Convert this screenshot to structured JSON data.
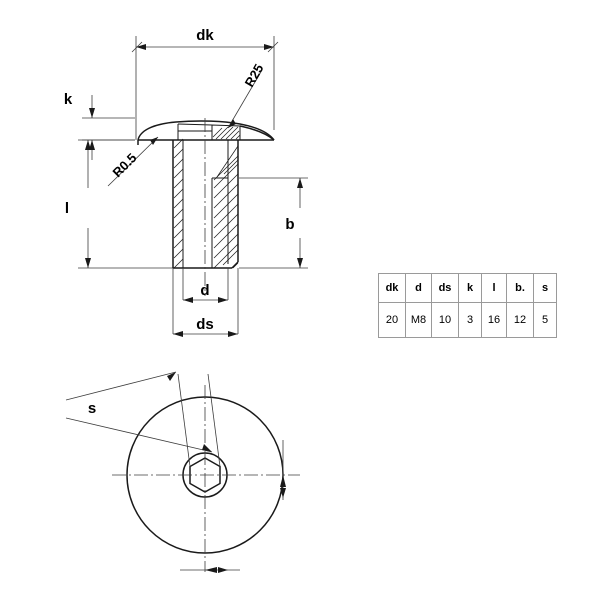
{
  "diagram": {
    "title": "socket-button-head-screw-technical-drawing",
    "labels": {
      "dk": "dk",
      "k": "k",
      "l": "l",
      "b": "b",
      "d": "d",
      "ds": "ds",
      "s": "s",
      "r25": "R25",
      "r05": "R0.5"
    }
  },
  "table": {
    "headers": [
      "dk",
      "d",
      "ds",
      "k",
      "l",
      "b.",
      "s"
    ],
    "rows": [
      [
        "20",
        "M8",
        "10",
        "3",
        "16",
        "12",
        "5"
      ]
    ]
  },
  "colors": {
    "line": "#1a1a1a",
    "thin": "#3c3c3c",
    "grid": "#9a9a9a",
    "background": "#ffffff"
  }
}
